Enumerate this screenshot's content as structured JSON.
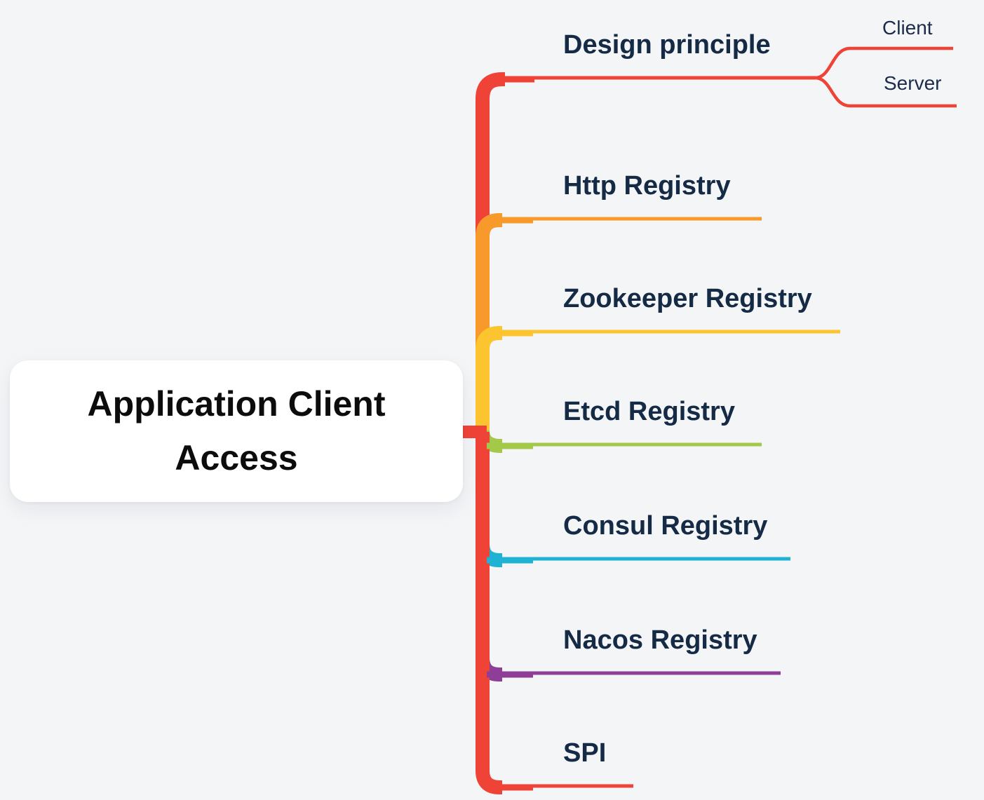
{
  "root": {
    "label": "Application Client Access",
    "connector_color": "#ef4338"
  },
  "branches": [
    {
      "label": "Design principle",
      "color": "#ef4338",
      "children": [
        {
          "label": "Client"
        },
        {
          "label": "Server"
        }
      ]
    },
    {
      "label": "Http Registry",
      "color": "#f79a2b"
    },
    {
      "label": "Zookeeper Registry",
      "color": "#fcc42e"
    },
    {
      "label": "Etcd Registry",
      "color": "#a4c84a"
    },
    {
      "label": "Consul Registry",
      "color": "#20b2d3"
    },
    {
      "label": "Nacos Registry",
      "color": "#8e3e97"
    },
    {
      "label": "SPI",
      "color": "#ef4338"
    }
  ],
  "canvas": {
    "background": "#f4f5f7",
    "branch_label_color": "#152a45",
    "sub_label_color": "#1c2b4a",
    "root_text_color": "#0c0c0c",
    "root_background": "#ffffff"
  }
}
